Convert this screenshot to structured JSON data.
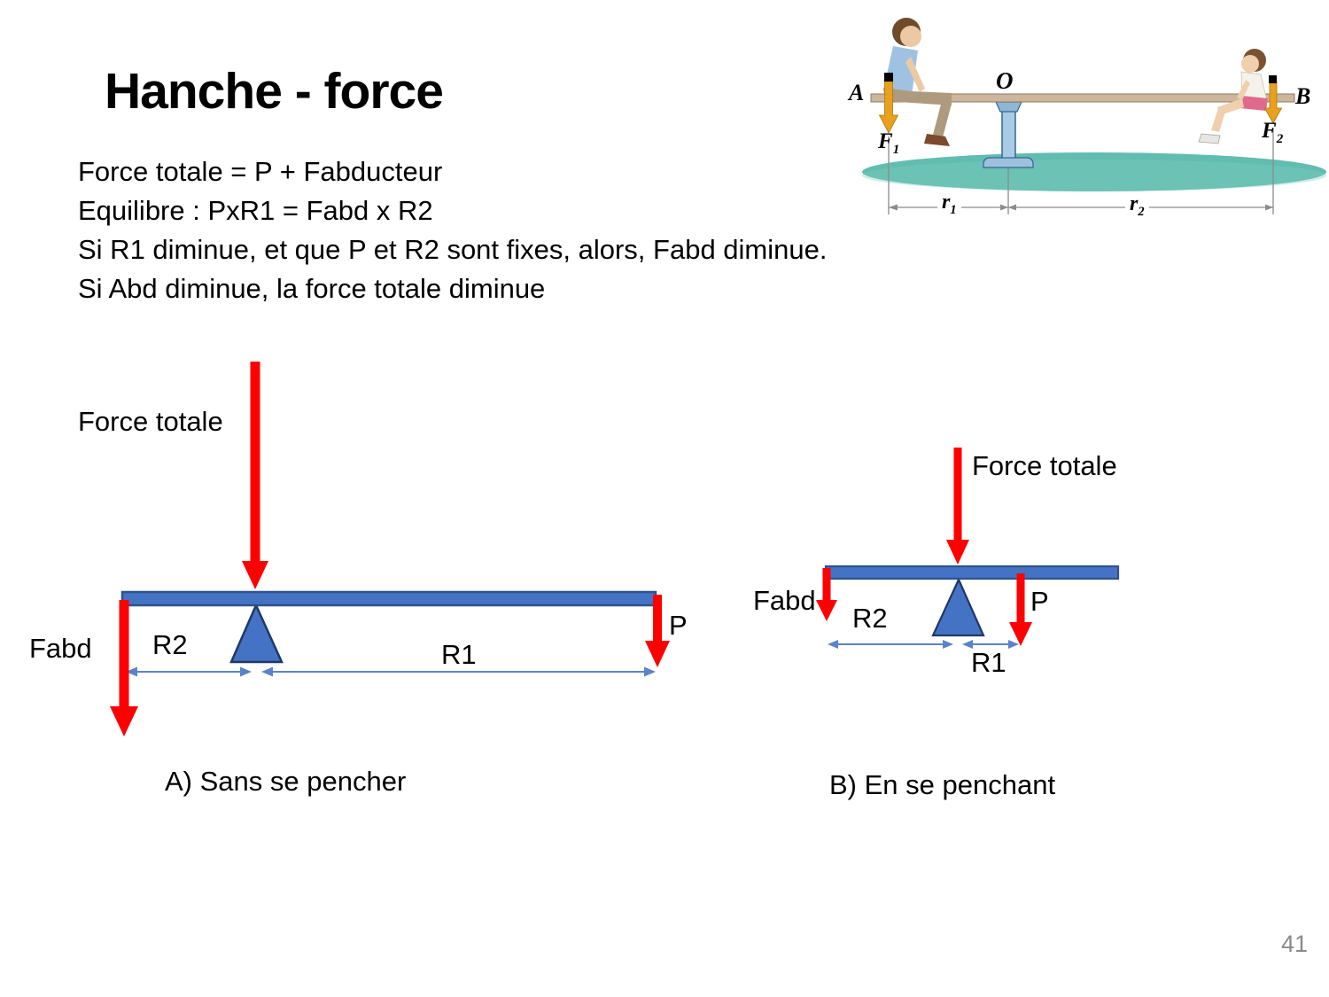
{
  "slide": {
    "title": "Hanche - force",
    "page_number": "41",
    "body_lines": [
      "Force totale = P + Fabducteur",
      "Equilibre : PxR1 = Fabd x R2",
      "Si R1 diminue, et que P et R2 sont fixes, alors, Fabd diminue.",
      "Si Abd diminue, la force totale diminue"
    ]
  },
  "seesaw": {
    "label_a": "A",
    "label_o": "O",
    "label_b": "B",
    "f1_base": "F",
    "f1_sub": "1",
    "f2_base": "F",
    "f2_sub": "2",
    "r1_base": "r",
    "r1_sub": "1",
    "r2_base": "r",
    "r2_sub": "2"
  },
  "diagram_a": {
    "force_label": "Force totale",
    "fabd_label": "Fabd",
    "r2_label": "R2",
    "r1_label": "R1",
    "p_label": "P",
    "caption": "A) Sans se pencher"
  },
  "diagram_b": {
    "force_label": "Force totale",
    "fabd_label": "Fabd",
    "r2_label": "R2",
    "r1_label": "R1",
    "p_label": "P",
    "caption": "B) En se penchant"
  },
  "colors": {
    "bar_fill": "#4472C4",
    "bar_border": "#2F528F",
    "triangle_border": "#1F3864",
    "arrow_red": "#FF0000",
    "dim_blue": "#5B83C9",
    "seesaw_arrow_orange": "#E8A01D",
    "plank_tan": "#CDB69C",
    "ground_teal": "#45B1A1",
    "pedestal_blue": "#A9CBE5",
    "page_number_gray": "#8A8A8A"
  }
}
